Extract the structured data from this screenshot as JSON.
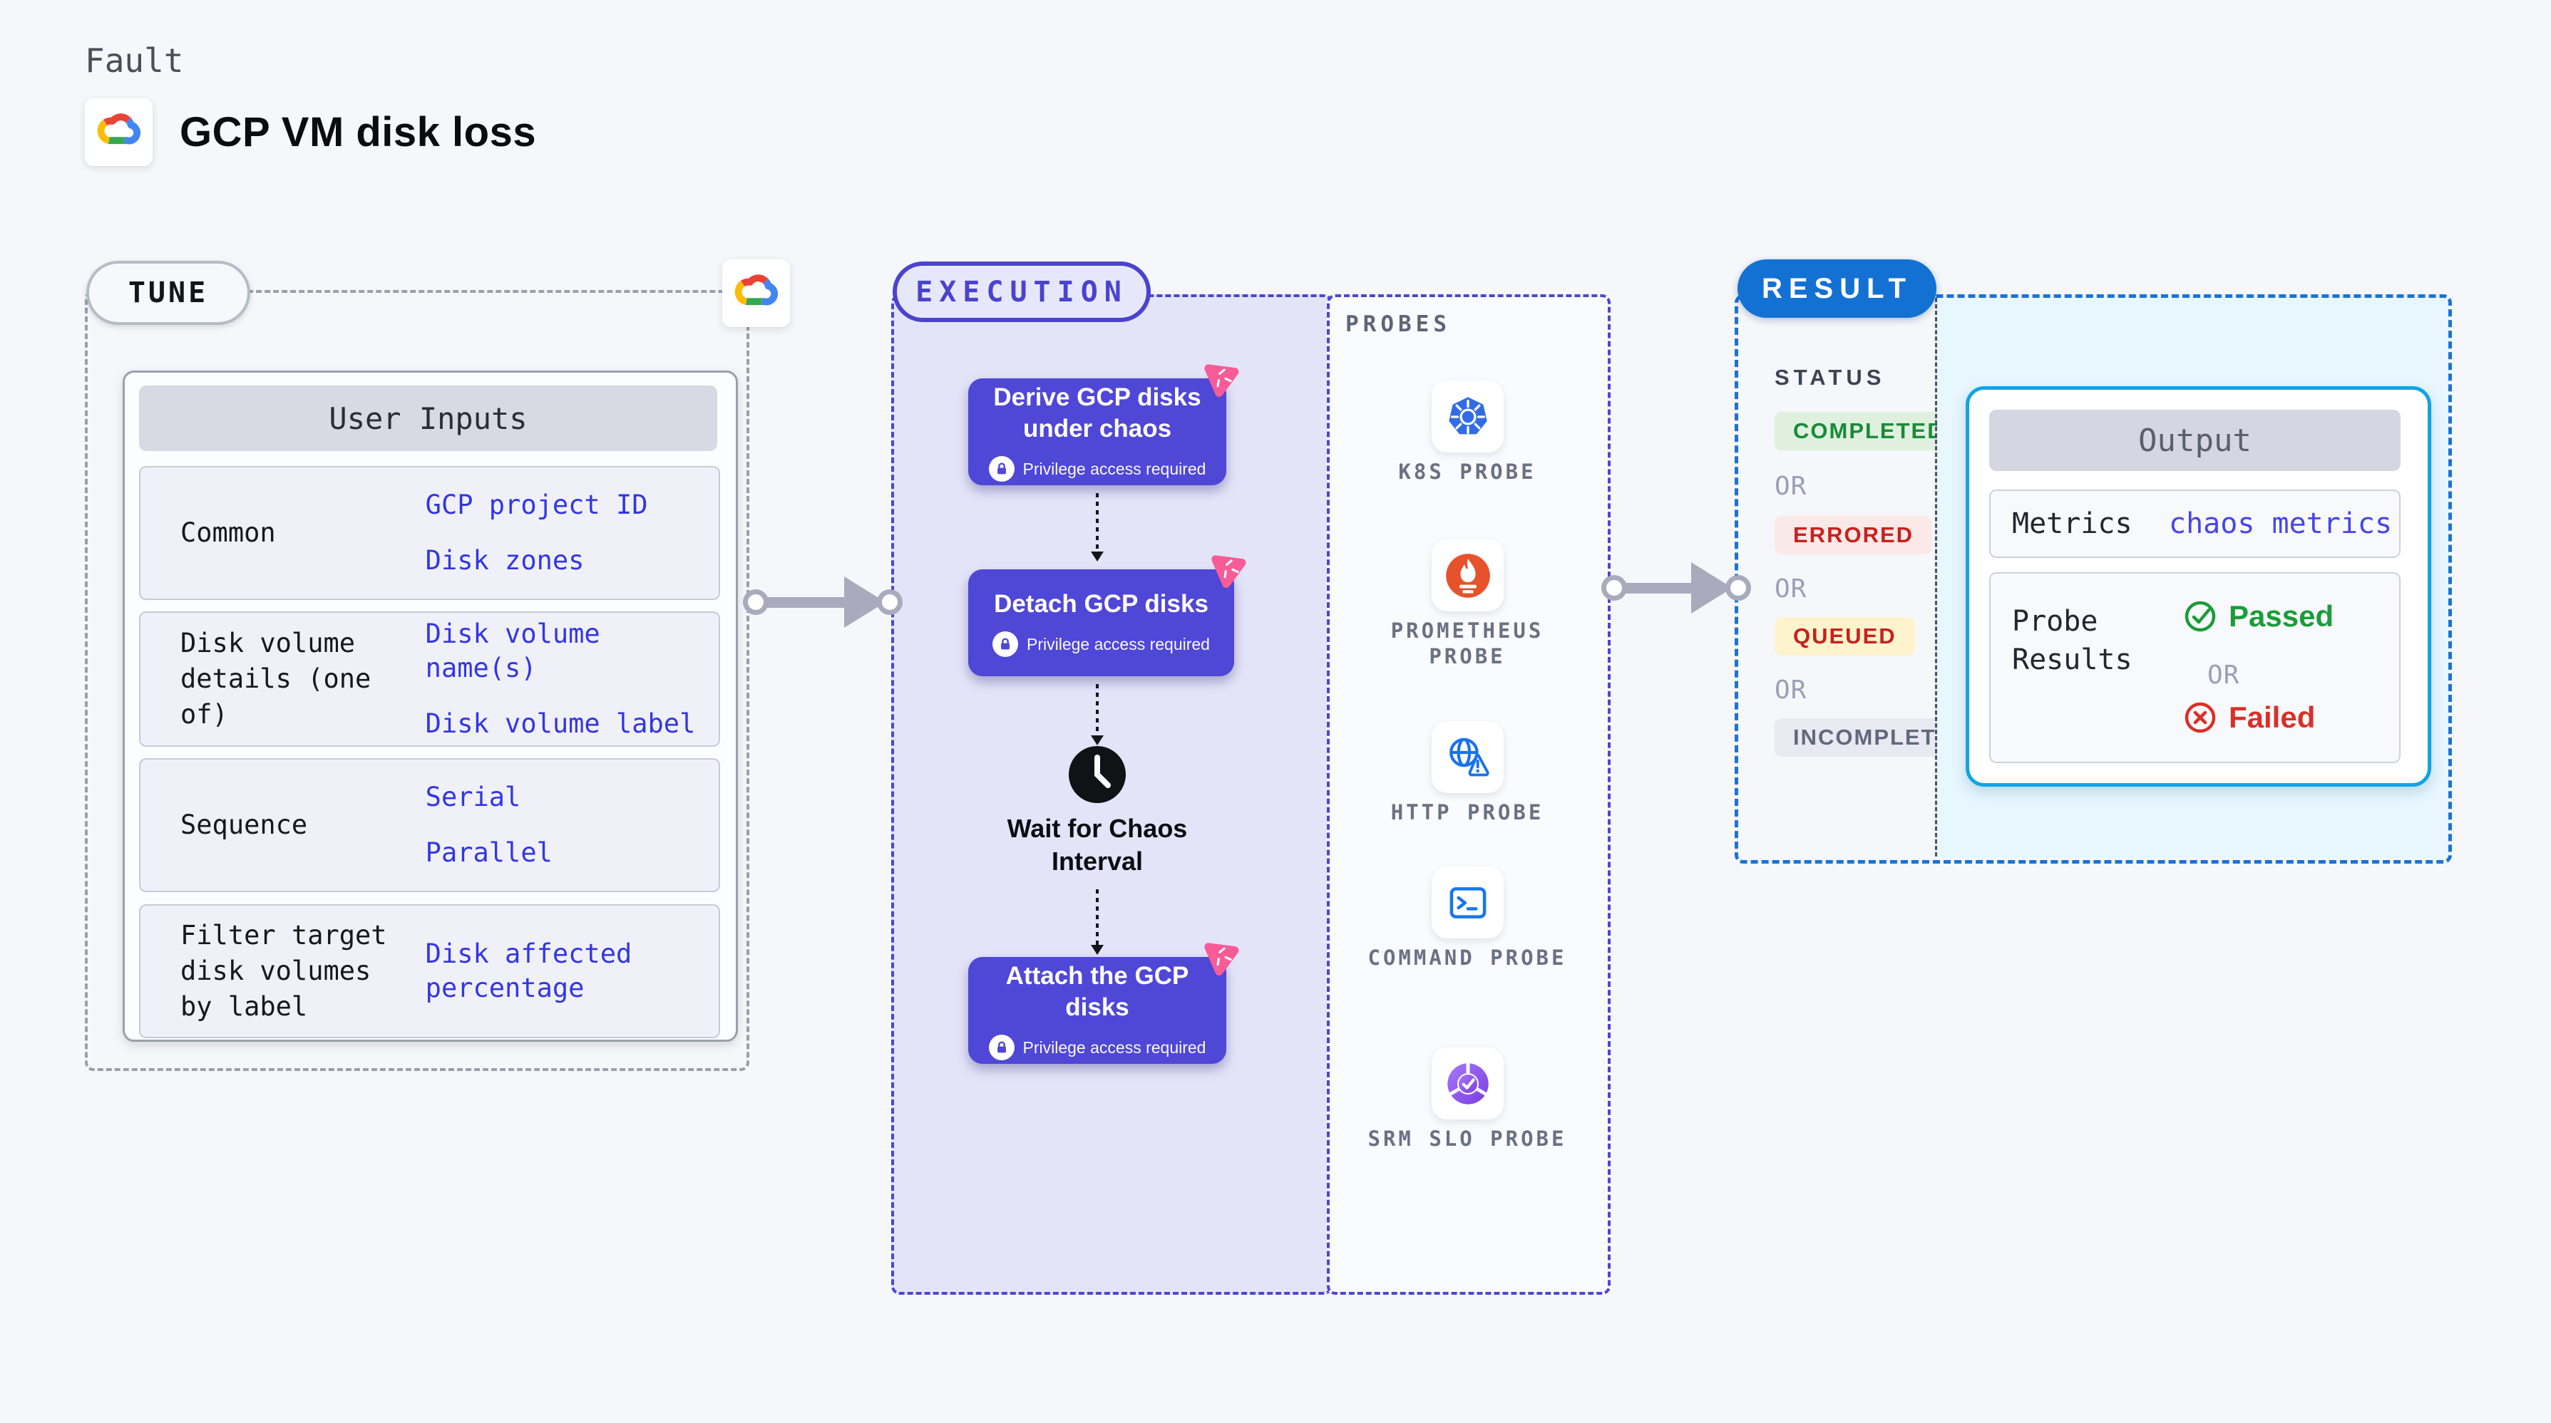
{
  "header": {
    "eyebrow": "Fault",
    "title": "GCP VM disk loss",
    "logo": "gcp-logo"
  },
  "tune": {
    "label": "TUNE",
    "logo": "gcp-logo",
    "table": {
      "header": "User Inputs",
      "rows": [
        {
          "label": "Common",
          "values": [
            "GCP project ID",
            "Disk zones"
          ]
        },
        {
          "label": "Disk volume details (one of)",
          "values": [
            "Disk volume name(s)",
            "Disk volume label"
          ]
        },
        {
          "label": "Sequence",
          "values": [
            "Serial",
            "Parallel"
          ]
        },
        {
          "label": "Filter target disk volumes by label",
          "values": [
            "Disk affected percentage"
          ]
        }
      ]
    }
  },
  "execution": {
    "label": "EXECUTION",
    "steps": [
      {
        "title": "Derive GCP disks under chaos",
        "badge": "Privilege access required"
      },
      {
        "title": "Detach GCP disks",
        "badge": "Privilege access required"
      },
      {
        "title": "Attach the GCP disks",
        "badge": "Privilege access required"
      }
    ],
    "wait_label": "Wait for Chaos Interval"
  },
  "probes": {
    "label": "PROBES",
    "items": [
      {
        "label": "K8S PROBE",
        "icon": "kubernetes-icon"
      },
      {
        "label": "PROMETHEUS PROBE",
        "icon": "prometheus-icon"
      },
      {
        "label": "HTTP PROBE",
        "icon": "http-globe-warning-icon"
      },
      {
        "label": "COMMAND PROBE",
        "icon": "terminal-icon"
      },
      {
        "label": "SRM SLO PROBE",
        "icon": "srm-slo-icon"
      }
    ]
  },
  "result": {
    "label": "RESULT",
    "status_heading": "STATUS",
    "or_label": "OR",
    "statuses": [
      {
        "text": "COMPLETED",
        "bg": "#dff0de",
        "color": "#1a8a38"
      },
      {
        "text": "ERRORED",
        "bg": "#fbe9e8",
        "color": "#c6221e"
      },
      {
        "text": "QUEUED",
        "bg": "#fdf3cd",
        "color": "#c6221e"
      },
      {
        "text": "INCOMPLETED",
        "bg": "#e8e9f1",
        "color": "#62687c"
      }
    ],
    "output": {
      "header": "Output",
      "metrics_label": "Metrics",
      "metrics_value": "chaos metrics",
      "probe_results_label": "Probe Results",
      "passed": "Passed",
      "or": "OR",
      "failed": "Failed"
    }
  },
  "colors": {
    "accent_indigo": "#4f47d6",
    "accent_pink": "#f85c96",
    "result_blue": "#1371d3",
    "output_border": "#13a3e4",
    "value_blue": "#3336e3",
    "passed_green": "#1b9c39",
    "failed_red": "#da2f27",
    "kubernetes_blue": "#326ce5",
    "prometheus_orange": "#e6522c"
  }
}
